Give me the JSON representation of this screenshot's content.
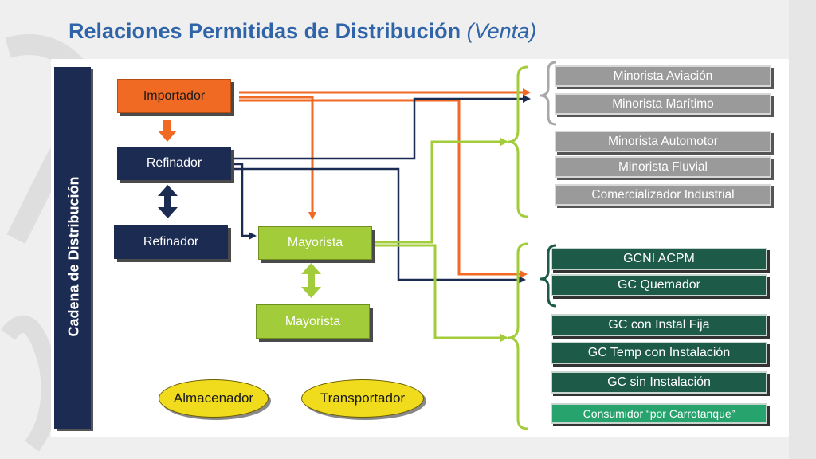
{
  "slide": {
    "title_main": "Relaciones Permitidas de Distribución",
    "title_italic": "(Venta)"
  },
  "diagram": {
    "side_label": "Cadena de Distribución",
    "importador": "Importador",
    "refinador_1": "Refinador",
    "refinador_2": "Refinador",
    "mayorista_1": "Mayorista",
    "mayorista_2": "Mayorista",
    "almacenador": "Almacenador",
    "transportador": "Transportador",
    "minoristas": [
      "Minorista Aviación",
      "Minorista Marítimo",
      "Minorista Automotor",
      "Minorista Fluvial",
      "Comercializador Industrial"
    ],
    "grandes_consumidores": [
      "GCNI ACPM",
      "GC Quemador",
      "GC con Instal Fija",
      "GC Temp con Instalación",
      "GC sin Instalación",
      "Consumidor “por Carrotanque”"
    ]
  },
  "colors": {
    "title": "#2f64a8",
    "navy": "#1c2b52",
    "orange": "#f06a24",
    "lime": "#a2cc3a",
    "gray": "#9a9a9a",
    "dark_green": "#1d5a47",
    "light_green": "#27a46e",
    "yellow": "#f0dc1c"
  }
}
